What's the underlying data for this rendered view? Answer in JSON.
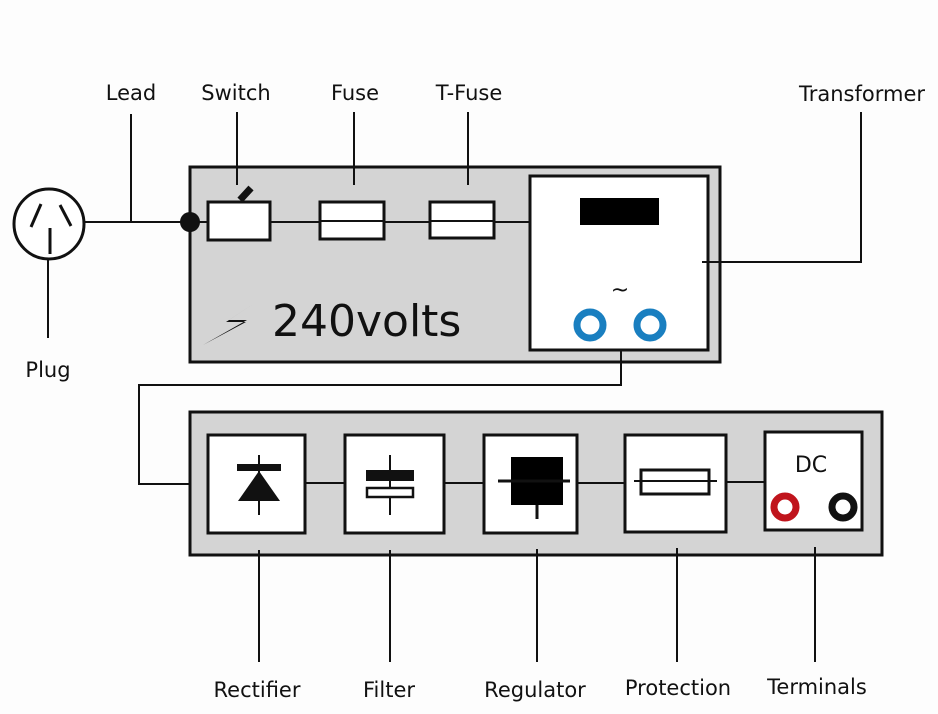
{
  "labels": {
    "lead": "Lead",
    "switch": "Switch",
    "fuse": "Fuse",
    "t_fuse": "T-Fuse",
    "transformer": "Transformer",
    "plug": "Plug",
    "voltage": "240volts",
    "ac_symbol": "~",
    "dc": "DC",
    "rectifier": "Rectifier",
    "filter": "Filter",
    "regulator": "Regulator",
    "protection": "Protection",
    "terminals": "Terminals"
  },
  "colors": {
    "panel": "#d4d4d4",
    "transformer_terminal": "#1a7fc0",
    "positive_terminal": "#c0141c",
    "negative_terminal": "#111111"
  }
}
